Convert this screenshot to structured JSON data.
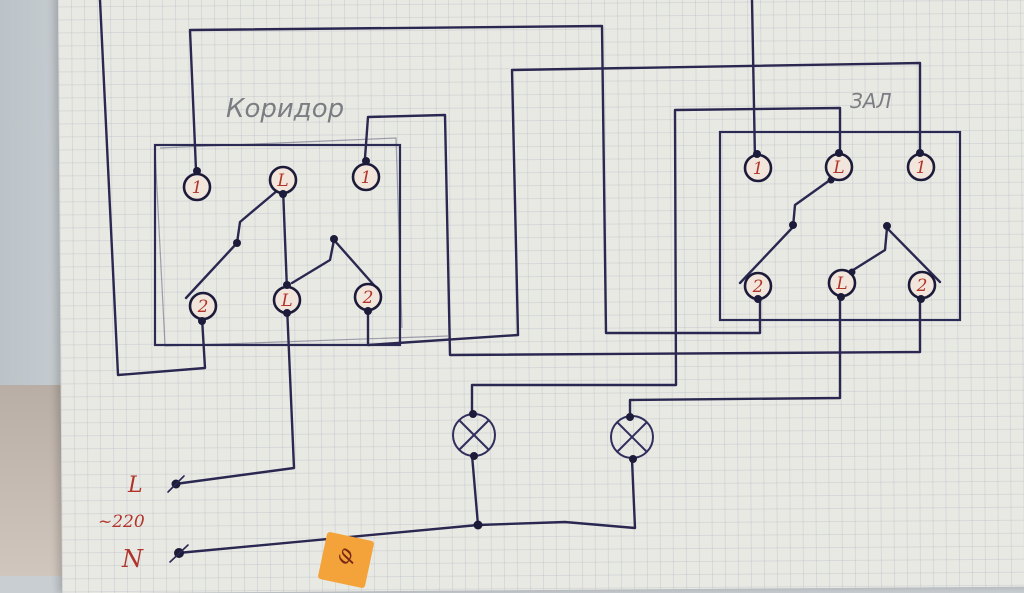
{
  "diagram": {
    "title": "Wiring diagram: two pass-through switches controlling two lamps",
    "switches": [
      {
        "id": "corridor",
        "label": "Коридор",
        "terminals": [
          {
            "pos": "top-left",
            "number": "1"
          },
          {
            "pos": "top-center",
            "number": "L"
          },
          {
            "pos": "top-right",
            "number": "1"
          },
          {
            "pos": "bottom-left",
            "number": "2"
          },
          {
            "pos": "bottom-center",
            "number": "L"
          },
          {
            "pos": "bottom-right",
            "number": "2"
          }
        ]
      },
      {
        "id": "hall",
        "label": "ЗАЛ",
        "terminals": [
          {
            "pos": "top-left",
            "number": "1"
          },
          {
            "pos": "top-center",
            "number": "L"
          },
          {
            "pos": "top-right",
            "number": "1"
          },
          {
            "pos": "bottom-left",
            "number": "2"
          },
          {
            "pos": "bottom-center",
            "number": "L"
          },
          {
            "pos": "bottom-right",
            "number": "2"
          }
        ]
      }
    ],
    "lamps": [
      {
        "id": "lamp-1",
        "symbol": "⊗"
      },
      {
        "id": "lamp-2",
        "symbol": "⊗"
      }
    ],
    "supply": {
      "phase_label": "L",
      "voltage_label": "~220",
      "neutral_label": "N"
    },
    "sticky_note_text": "φ"
  },
  "colors": {
    "ink": "#2a2850",
    "terminal_numbers": "#b0342a",
    "pencil": "#7c7d82",
    "paper": "#e9e9e4",
    "sticky_note": "#f4a23a"
  }
}
